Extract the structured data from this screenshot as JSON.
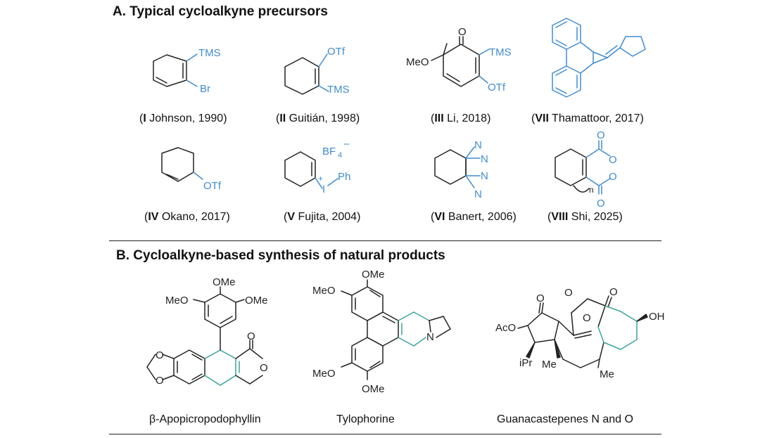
{
  "sectionA": {
    "title": "A. Typical cycloalkyne precursors"
  },
  "sectionB": {
    "title": "B. Cycloalkyne-based synthesis of natural products"
  },
  "precursors": [
    {
      "numeral": "I",
      "ref": " Johnson, 1990",
      "labels": [
        "TMS",
        "Br"
      ]
    },
    {
      "numeral": "II",
      "ref": " Guitián, 1998",
      "labels": [
        "OTf",
        "TMS"
      ]
    },
    {
      "numeral": "III",
      "ref": " Li, 2018",
      "labels": [
        "O",
        "MeO",
        "TMS",
        "OTf"
      ]
    },
    {
      "numeral": "VII",
      "ref": " Thamattoor, 2017",
      "labels": []
    },
    {
      "numeral": "IV",
      "ref": " Okano, 2017",
      "labels": [
        "OTf"
      ]
    },
    {
      "numeral": "V",
      "ref": " Fujita, 2004",
      "labels": [
        "BF",
        "4",
        "−",
        "+",
        "I",
        "Ph"
      ]
    },
    {
      "numeral": "VI",
      "ref": " Banert, 2006",
      "labels": [
        "N",
        "N",
        "N",
        "N"
      ]
    },
    {
      "numeral": "VIII",
      "ref": " Shi, 2025",
      "labels": [
        "O",
        "O",
        "O",
        "O",
        "n"
      ]
    }
  ],
  "products": [
    {
      "name": "β-Apopicropodophyllin",
      "labels": [
        "OMe",
        "MeO",
        "OMe",
        "O",
        "O",
        "O",
        "O"
      ]
    },
    {
      "name": "Tylophorine",
      "labels": [
        "OMe",
        "MeO",
        "MeO",
        "OMe",
        "N"
      ]
    },
    {
      "name": "Guanacastepenes N and O",
      "labels": [
        "O",
        "O",
        "O",
        "O",
        "OH",
        "AcO",
        "iPr",
        "Me",
        "Me"
      ]
    }
  ],
  "colors": {
    "accent_blue": "#3f8ccf",
    "accent_teal": "#3aa59b",
    "text": "#222222"
  }
}
